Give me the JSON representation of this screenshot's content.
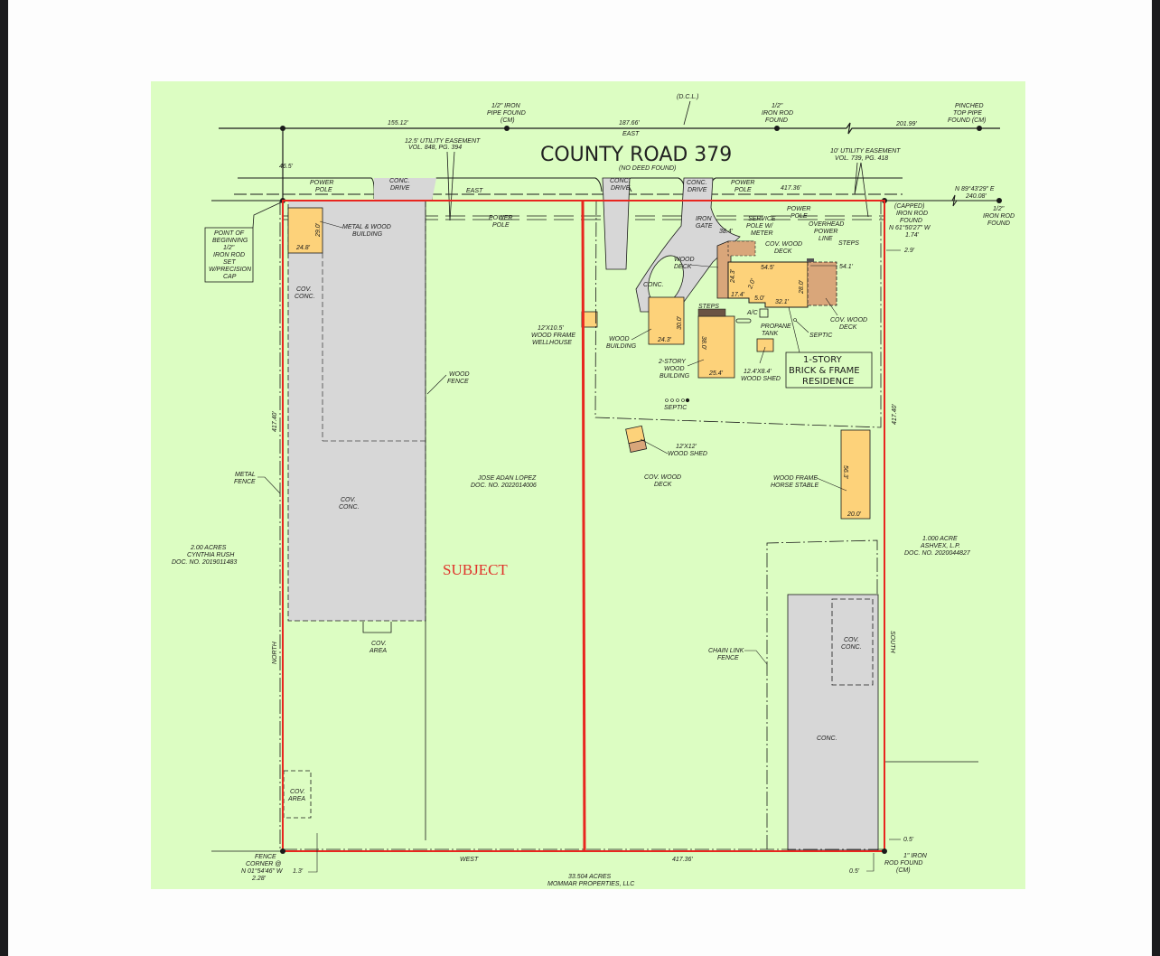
{
  "document": {
    "type": "survey plat",
    "colors": {
      "background": "#dcfdc2",
      "boundary_red": "#e8261f",
      "concrete_gray": "#d7d7d7",
      "building_yellow": "#fdd27a",
      "deck_brown": "#d9a67a",
      "line": "#1a1a1a",
      "frame_dark": "#1c1c1e",
      "page": "#fdfdfd"
    }
  },
  "road": {
    "name": "COUNTY ROAD 379",
    "note": "(NO DEED FOUND)",
    "dcl": "(D.C.L.)"
  },
  "top_line": {
    "dim_1": "155.12'",
    "dim_2": "187.66'",
    "bearing_east": "EAST",
    "dim_3": "201.99'",
    "iron_pipe": [
      "1/2\" IRON",
      "PIPE FOUND",
      "(CM)"
    ],
    "iron_rod": [
      "1/2\"",
      "IRON ROD",
      "FOUND"
    ],
    "pinched_pipe": [
      "PINCHED",
      "TOP PIPE",
      "FOUND (CM)"
    ]
  },
  "easements": {
    "left": [
      "12.5' UTILITY EASEMENT",
      "VOL. 848, PG. 394"
    ],
    "right": [
      "10' UTILITY EASEMENT",
      "VOL. 739, PG. 418"
    ]
  },
  "north_line": {
    "bearing": "EAST",
    "dim": "417.36'",
    "offset_46": "46.5'",
    "ne_corner": [
      "(CAPPED)",
      "IRON ROD",
      "FOUND",
      "N 61°50'27\" W",
      "1.74'"
    ],
    "ne_tie": [
      "N 89°43'29\" E",
      "240.08'"
    ],
    "ne_tie_rod": [
      "1/2\"",
      "IRON ROD",
      "FOUND"
    ],
    "offset_29": "2.9'"
  },
  "point_of_beginning": [
    "POINT OF",
    "BEGINNING",
    "1/2\"",
    "IRON ROD",
    "SET",
    "W/PRECISION",
    "CAP"
  ],
  "labels": {
    "power_pole": [
      "POWER",
      "POLE"
    ],
    "conc_drive": [
      "CONC.",
      "DRIVE"
    ],
    "metal_wood_building": [
      "METAL & WOOD",
      "BUILDING"
    ],
    "cov_conc": [
      "COV.",
      "CONC."
    ],
    "cov_area": [
      "COV.",
      "AREA"
    ],
    "wood_fence": [
      "WOOD",
      "FENCE"
    ],
    "metal_fence": [
      "METAL",
      "FENCE"
    ],
    "iron_gate": [
      "IRON",
      "GATE"
    ],
    "service_pole": [
      "SERVICE",
      "POLE W/",
      "METER"
    ],
    "overhead_power": [
      "OVERHEAD",
      "POWER",
      "LINE"
    ],
    "steps": "STEPS",
    "cov_wood_deck": [
      "COV. WOOD",
      "DECK"
    ],
    "wood_deck": [
      "WOOD",
      "DECK"
    ],
    "conc": "CONC.",
    "ac": "A/C",
    "propane": [
      "PROPANE",
      "TANK"
    ],
    "septic": "SEPTIC",
    "wood_building": [
      "WOOD",
      "BUILDING"
    ],
    "two_story": [
      "2-STORY",
      "WOOD",
      "BUILDING"
    ],
    "wood_shed_small": [
      "12.4'X8.4'",
      "WOOD SHED"
    ],
    "wellhouse": [
      "12'X10.5'",
      "WOOD FRAME",
      "WELLHOUSE"
    ],
    "residence": [
      "1-STORY",
      "BRICK & FRAME",
      "RESIDENCE"
    ],
    "shed_12": [
      "12'X12'",
      "WOOD SHED"
    ],
    "horse_stable": [
      "WOOD FRAME",
      "HORSE STABLE"
    ],
    "chain_link": [
      "CHAIN LINK",
      "FENCE"
    ],
    "subject": "SUBJECT"
  },
  "dimensions": {
    "mwb_h": "29.0'",
    "mwb_w": "24.8'",
    "res_w": "54.5'",
    "res_h": "28.0'",
    "res_a": "24.3'",
    "res_b": "2.0'",
    "res_c": "17.4'",
    "res_d": "5.0'",
    "res_e": "32.1'",
    "res_f": "54.1'",
    "gate_dim": "38.4'",
    "wb_h": "30.0'",
    "wb_w": "24.3'",
    "ts_h": "38.0'",
    "ts_w": "25.4'",
    "stable_h": "56.3'",
    "stable_w": "20.0'",
    "west_side": "417.40'",
    "east_side": "417.40'",
    "south_dim": "417.36'",
    "offset_05a": "0.5'",
    "offset_05b": "0.5'",
    "offset_13": "1.3'"
  },
  "bearings": {
    "north": "NORTH",
    "south": "SOUTH",
    "west": "WEST"
  },
  "adjoiners": {
    "west": [
      "2.00 ACRES",
      "CYNTHIA RUSH",
      "DOC. NO. 2019011483"
    ],
    "middle": [
      "JOSE ADAN LOPEZ",
      "DOC. NO. 2022014006"
    ],
    "east": [
      "1.000 ACRE",
      "ASHVEX, L.P.",
      "DOC. NO. 2020044827"
    ],
    "south": [
      "33.504 ACRES",
      "MOMMAR PROPERTIES, LLC"
    ]
  },
  "corners": {
    "sw": [
      "FENCE",
      "CORNER @",
      "N 01°54'46\" W",
      "2.28'"
    ],
    "se": [
      "1\" IRON",
      "ROD FOUND",
      "(CM)"
    ]
  }
}
